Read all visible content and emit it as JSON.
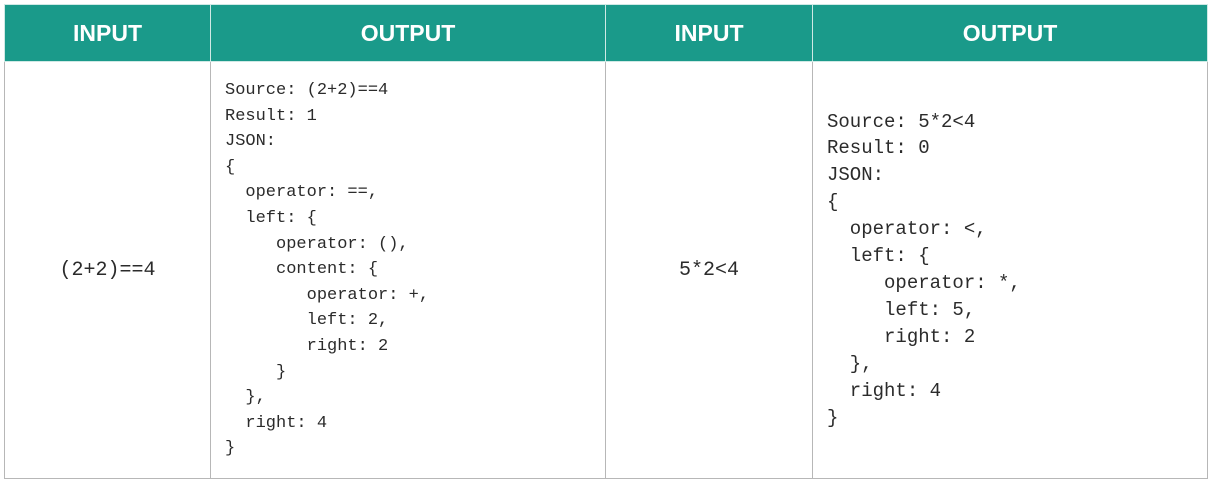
{
  "headers": [
    "INPUT",
    "OUTPUT",
    "INPUT",
    "OUTPUT"
  ],
  "examples": [
    {
      "input": "(2+2)==4",
      "output_lines": [
        "Source: (2+2)==4",
        "Result: 1",
        "JSON:",
        "{",
        "  operator: ==,",
        "  left: {",
        "     operator: (),",
        "     content: {",
        "        operator: +,",
        "        left: 2,",
        "        right: 2",
        "     }",
        "  },",
        "  right: 4",
        "}"
      ]
    },
    {
      "input": "5*2<4",
      "output_lines": [
        "Source: 5*2<4",
        "Result: 0",
        "JSON:",
        "{",
        "  operator: <,",
        "  left: {",
        "     operator: *,",
        "     left: 5,",
        "     right: 2",
        "  },",
        "  right: 4",
        "}"
      ]
    }
  ]
}
